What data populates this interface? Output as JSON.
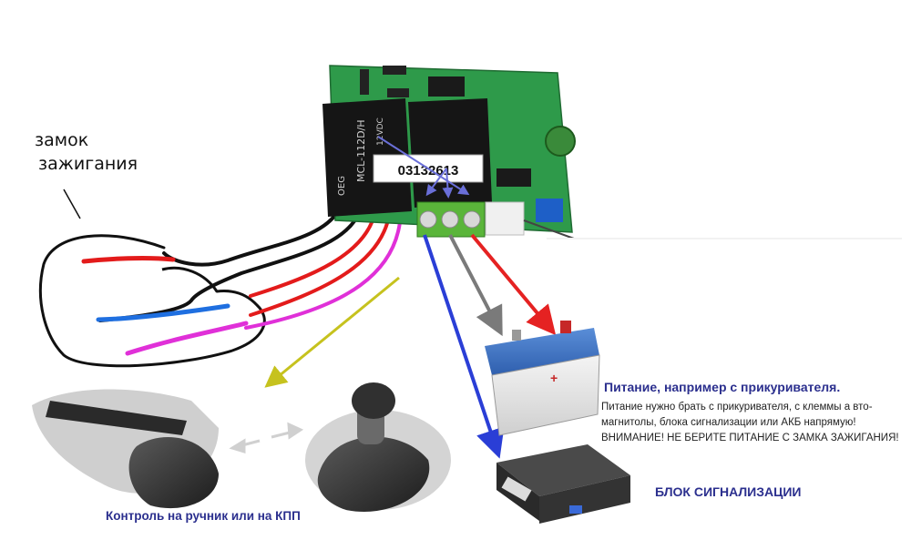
{
  "labels": {
    "ignition_line1": "замок",
    "ignition_line2": "зажигания",
    "board_serial": "03132613",
    "relay_brand": "OEG",
    "relay_model": "MCL-112D/H",
    "relay_voltage": "12VDC",
    "power_title": "Питание, например с прикуривателя.",
    "power_note_line1": "Питание нужно брать с прикуривателя, с клеммы а вто-",
    "power_note_line2": "магнитолы,  блока сигнализации или АКБ напрямую!",
    "power_note_line3": "ВНИМАНИЕ! НЕ БЕРИТЕ ПИТАНИЕ С ЗАМКА ЗАЖИГАНИЯ!",
    "alarm_unit": "БЛОК СИГНАЛИЗАЦИИ",
    "control_label": "Контроль на ручник или на КПП"
  },
  "colors": {
    "pcb": "#2e9a4a",
    "terminal": "#5ab53a",
    "wire_red": "#e31b1b",
    "wire_blue": "#1f6fe0",
    "wire_magenta": "#e030d8",
    "arrow_gray": "#7a7a7a",
    "arrow_red": "#e52222",
    "arrow_blue": "#2a3ed6",
    "arrow_olive": "#c6c21e",
    "label_blue": "#2b2f8e"
  }
}
